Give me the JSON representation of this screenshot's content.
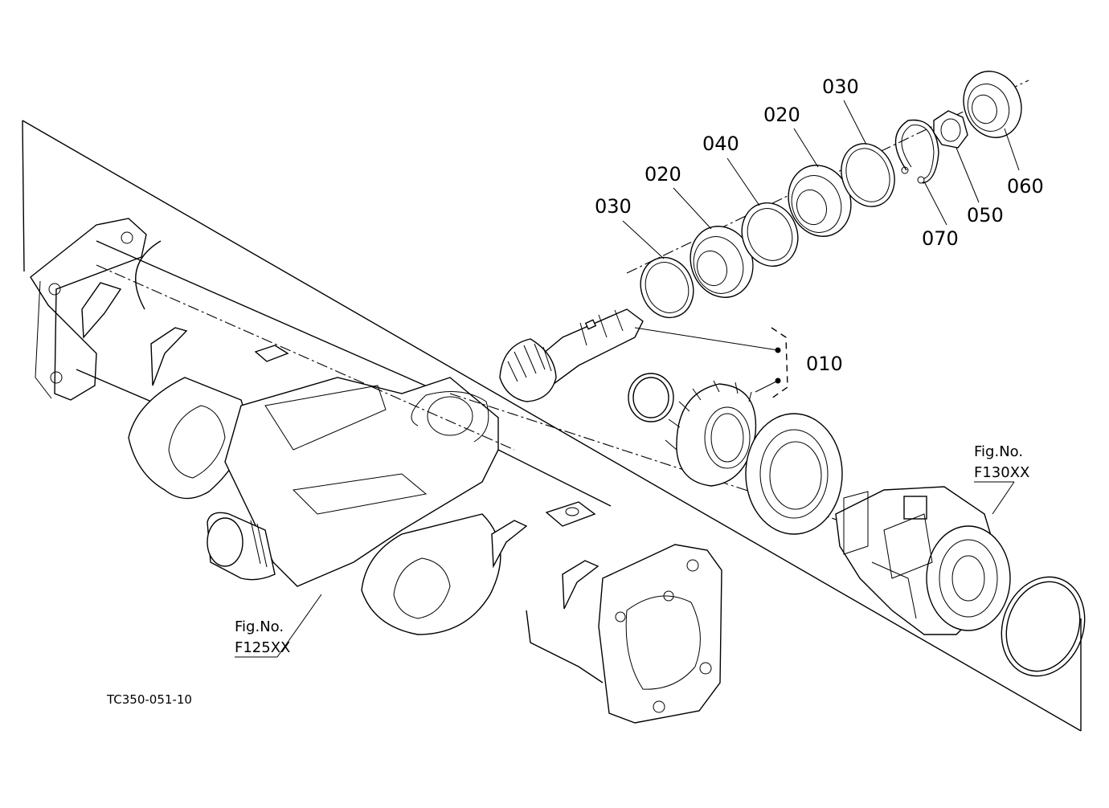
{
  "diagram": {
    "part_labels": [
      {
        "id": "p030a",
        "text": "030"
      },
      {
        "id": "p020a",
        "text": "020"
      },
      {
        "id": "p040",
        "text": "040"
      },
      {
        "id": "p020b",
        "text": "020"
      },
      {
        "id": "p030b",
        "text": "030"
      },
      {
        "id": "p070",
        "text": "070"
      },
      {
        "id": "p050",
        "text": "050"
      },
      {
        "id": "p060",
        "text": "060"
      },
      {
        "id": "p010",
        "text": "010"
      }
    ],
    "figure_refs": [
      {
        "id": "ref130",
        "prefix": "Fig.No.",
        "code": "F130XX"
      },
      {
        "id": "ref125",
        "prefix": "Fig.No.",
        "code": "F125XX"
      }
    ],
    "drawing_code": "TC350-051-10"
  }
}
